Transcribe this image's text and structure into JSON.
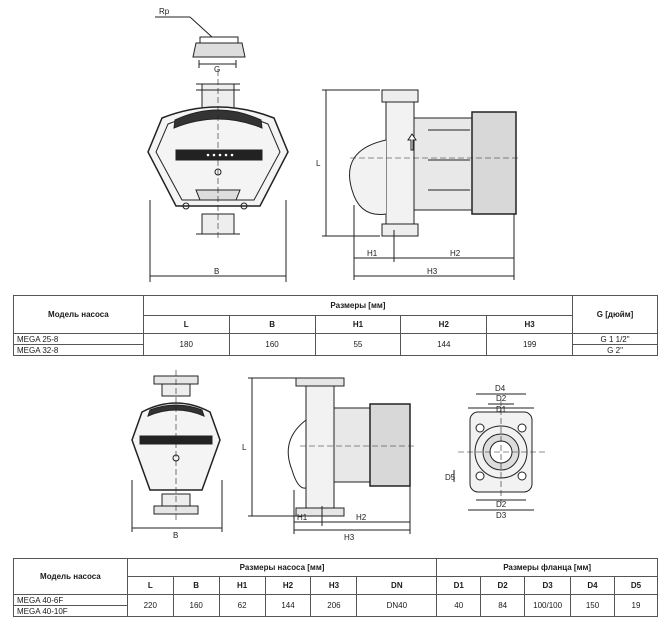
{
  "drawing1": {
    "labels": {
      "rp": "Rp",
      "g": "G",
      "b": "B",
      "l": "L",
      "h1": "H1",
      "h2": "H2",
      "h3": "H3"
    }
  },
  "drawing2": {
    "labels": {
      "b": "B",
      "l": "L",
      "h1": "H1",
      "h2": "H2",
      "h3": "H3",
      "d1": "D1",
      "d2": "D2",
      "d3": "D3",
      "d4": "D4",
      "d5": "D5"
    }
  },
  "table1": {
    "model_header": "Модель насоса",
    "group_header": "Размеры [мм]",
    "g_header": "G [дюйм]",
    "columns": [
      "L",
      "B",
      "H1",
      "H2",
      "H3"
    ],
    "models": [
      "MEGA 25-8",
      "MEGA 32-8"
    ],
    "values": [
      "180",
      "160",
      "55",
      "144",
      "199"
    ],
    "g_values": [
      "G 1 1/2\"",
      "G 2\""
    ]
  },
  "table2": {
    "model_header": "Модель насоса",
    "pump_group_header": "Размеры насоса [мм]",
    "flange_group_header": "Размеры фланца [мм]",
    "pump_columns": [
      "L",
      "B",
      "H1",
      "H2",
      "H3",
      "DN"
    ],
    "flange_columns": [
      "D1",
      "D2",
      "D3",
      "D4",
      "D5"
    ],
    "models": [
      "MEGA 40-6F",
      "MEGA 40-10F"
    ],
    "pump_values": [
      "220",
      "160",
      "62",
      "144",
      "206",
      "DN40"
    ],
    "flange_values": [
      "40",
      "84",
      "100/100",
      "150",
      "19"
    ]
  }
}
